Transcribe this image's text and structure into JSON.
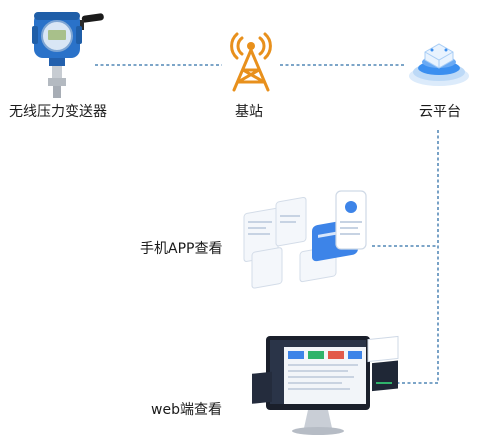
{
  "nodes": {
    "transmitter": {
      "label": "无线压力变送器",
      "icon": "pressure-transmitter-icon"
    },
    "base_station": {
      "label": "基站",
      "icon": "cell-tower-icon"
    },
    "cloud": {
      "label": "云平台",
      "icon": "cloud-platform-icon"
    },
    "mobile_app": {
      "label": "手机APP查看",
      "icon": "mobile-app-screens-icon"
    },
    "web": {
      "label": "web端查看",
      "icon": "desktop-monitor-icon"
    }
  },
  "colors": {
    "line": "#2f6fa8",
    "device_blue": "#2a72c9",
    "tower_orange": "#e8901c",
    "cloud_blue": "#3b8ff0"
  }
}
